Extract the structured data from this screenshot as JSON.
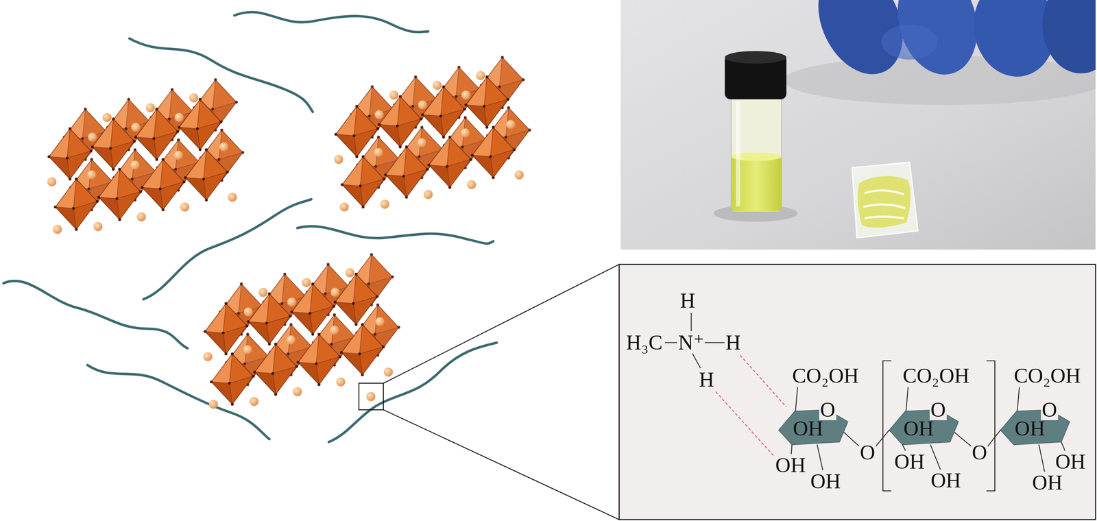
{
  "diagram": {
    "labels": [
      "H",
      "H₃C",
      "N⁺",
      "H",
      "H",
      "CO₂OH",
      "O",
      "OH",
      "OH",
      "OH",
      "O",
      "CO₂OH",
      "O",
      "OH",
      "OH",
      "OH",
      "O",
      "CO₂OH",
      "O",
      "OH",
      "OH",
      "OH"
    ]
  }
}
